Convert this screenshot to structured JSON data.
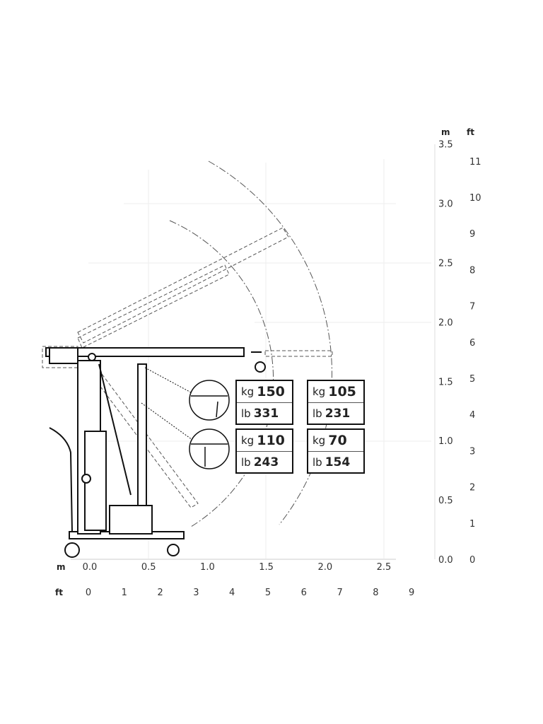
{
  "axes": {
    "unit_m": "m",
    "unit_ft": "ft",
    "bottom_m_ticks": [
      "0.0",
      "0.5",
      "1.0",
      "1.5",
      "2.0",
      "2.5"
    ],
    "bottom_ft_ticks": [
      "0",
      "1",
      "2",
      "3",
      "4",
      "5",
      "6",
      "7",
      "8",
      "9"
    ],
    "right_m_ticks": [
      "0.0",
      "0.5",
      "1.0",
      "1.5",
      "2.0",
      "2.5",
      "3.0",
      "3.5"
    ],
    "right_ft_ticks": [
      "0",
      "1",
      "2",
      "3",
      "4",
      "5",
      "6",
      "7",
      "8",
      "9",
      "10",
      "11"
    ]
  },
  "load_boxes": [
    {
      "kg_unit": "kg",
      "kg": "150",
      "lb_unit": "lb",
      "lb": "331"
    },
    {
      "kg_unit": "kg",
      "kg": "105",
      "lb_unit": "lb",
      "lb": "231"
    },
    {
      "kg_unit": "kg",
      "kg": "110",
      "lb_unit": "lb",
      "lb": "243"
    },
    {
      "kg_unit": "kg",
      "kg": "70",
      "lb_unit": "lb",
      "lb": "154"
    }
  ]
}
